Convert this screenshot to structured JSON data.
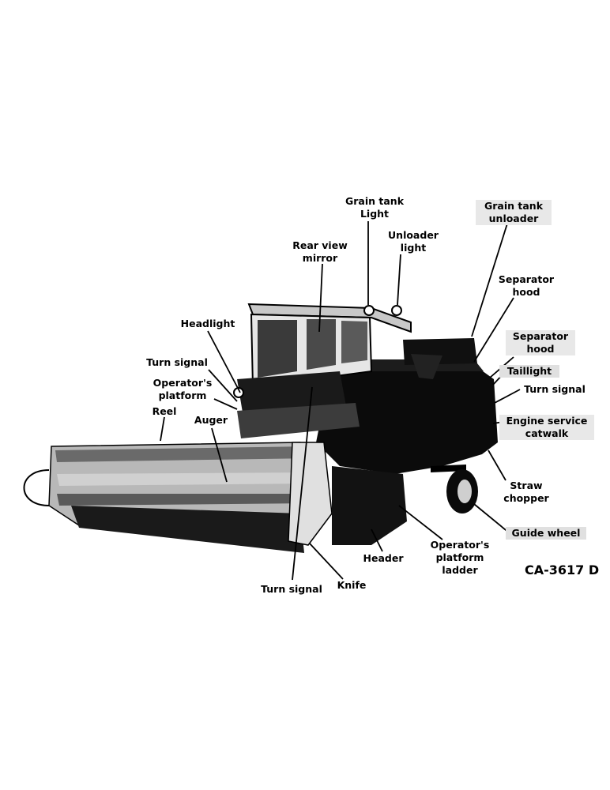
{
  "labels": {
    "grain_tank_light": [
      "Grain tank",
      "Light"
    ],
    "grain_tank_unloader": [
      "Grain tank",
      "unloader"
    ],
    "unloader_light": [
      "Unloader",
      "light"
    ],
    "rear_view_mirror": [
      "Rear view",
      "mirror"
    ],
    "separator_hood_1": [
      "Separator",
      "hood"
    ],
    "separator_hood_2": [
      "Separator",
      "hood"
    ],
    "headlight": "Headlight",
    "taillight": "Taillight",
    "turn_signal_left": "Turn signal",
    "turn_signal_right": "Turn signal",
    "operators_platform": [
      "Operator's",
      "platform"
    ],
    "engine_service_catwalk": [
      "Engine service",
      "catwalk"
    ],
    "reel": "Reel",
    "auger": "Auger",
    "straw_chopper": [
      "Straw",
      "chopper"
    ],
    "guide_wheel": "Guide wheel",
    "operators_platform_ladder": [
      "Operator's",
      "platform",
      "ladder"
    ],
    "header": "Header",
    "turn_signal_bottom": "Turn signal",
    "knife": "Knife"
  },
  "figure_code": "CA-3617 D"
}
